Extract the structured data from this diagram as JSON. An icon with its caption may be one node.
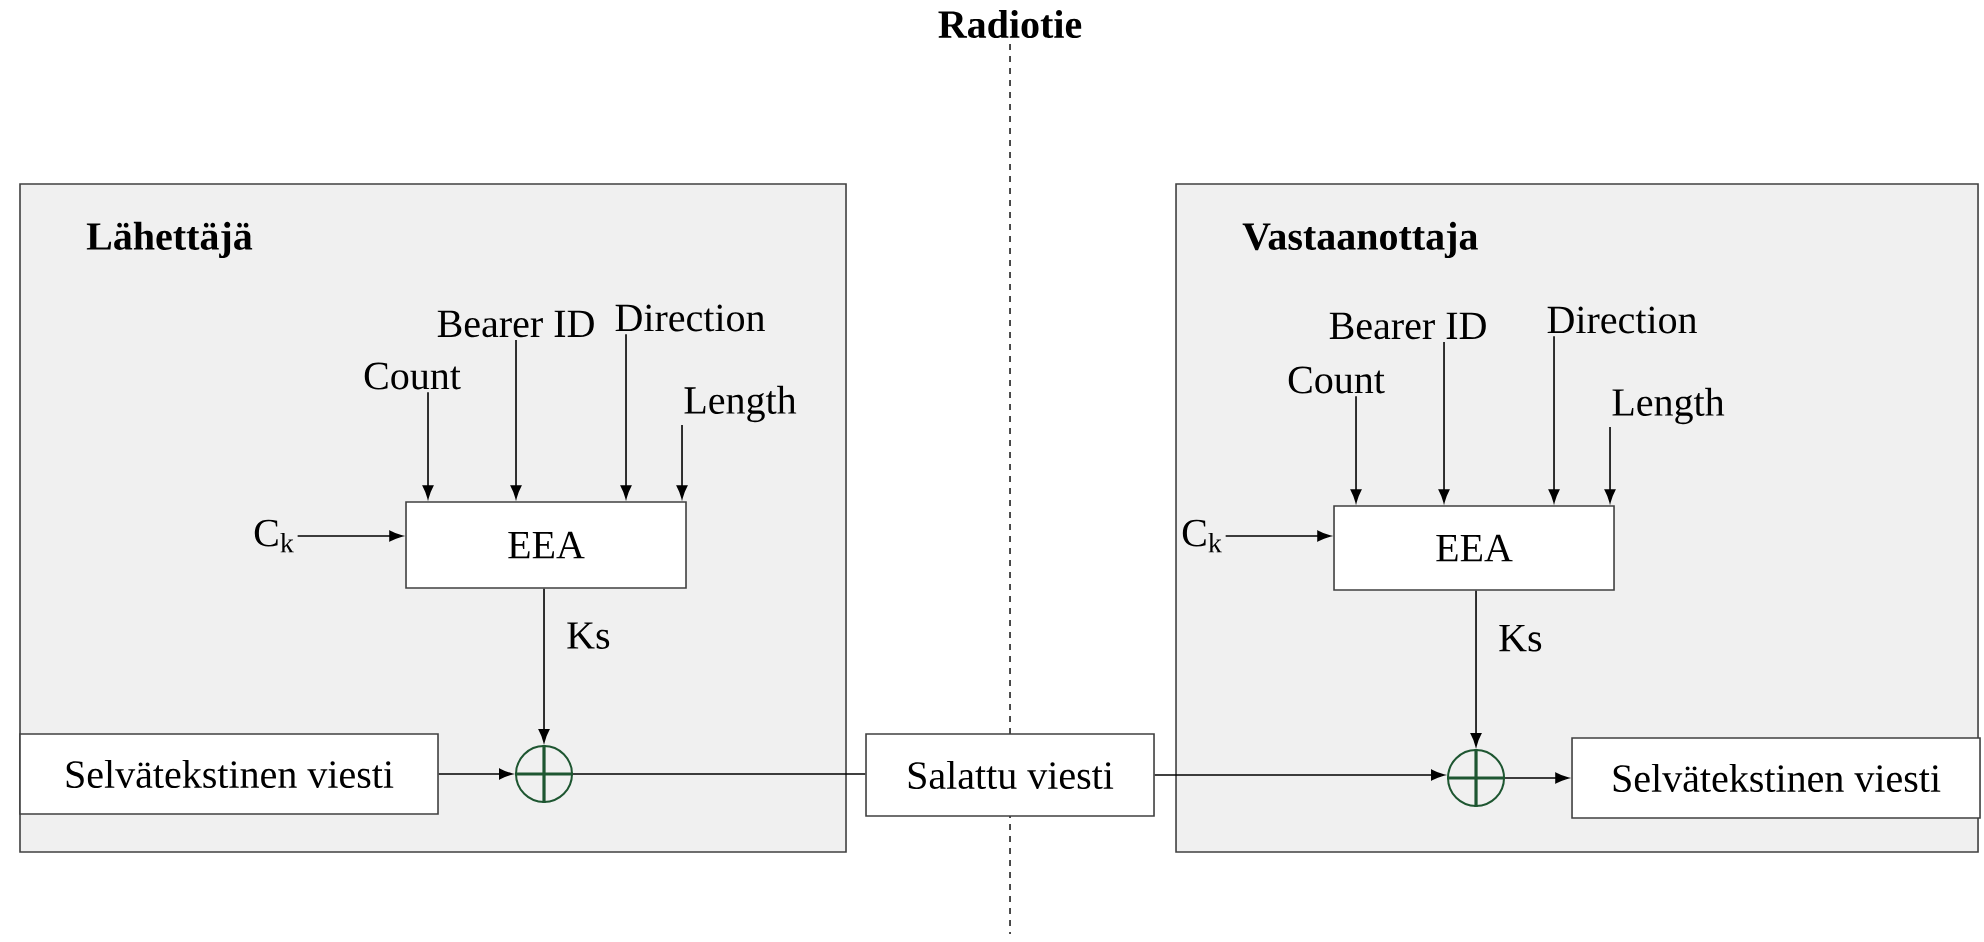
{
  "diagram": {
    "nodes": [
      {
        "text": [
          "Lähettäjä"
        ]
      },
      {
        "text": [
          "EEA"
        ],
        "in": 0
      },
      {
        "text": [
          "Count"
        ],
        "in": 0
      },
      {
        "text": [
          "Bearer ID"
        ],
        "in": 0
      },
      {
        "text": [
          "Direction"
        ],
        "in": 0
      },
      {
        "text": [
          "Length"
        ],
        "in": 0
      },
      {
        "text": [
          "C$_{k}$"
        ],
        "in": 0
      },
      {
        "text": [],
        "shape": "circle",
        "in": 0
      },
      {
        "text": [
          "Selvätekstinen viesti"
        ],
        "in": 0
      },
      {
        "text": [
          "Salattu viesti"
        ]
      },
      {
        "text": [
          "Vastaanottaja"
        ]
      },
      {
        "text": [
          "EEA"
        ],
        "in": 10
      },
      {
        "text": [
          "Count"
        ],
        "in": 10
      },
      {
        "text": [
          "Bearer ID"
        ],
        "in": 10
      },
      {
        "text": [
          "Direction"
        ],
        "in": 10
      },
      {
        "text": [
          "Length"
        ],
        "in": 10
      },
      {
        "text": [
          "C$_{k}$"
        ],
        "in": 10
      },
      {
        "text": [],
        "shape": "circle",
        "in": 10
      },
      {
        "text": [
          "Selvätekstinen viesti"
        ],
        "in": 10
      }
    ],
    "edges": [
      {
        "from": 2,
        "to": 1,
        "arrow": "to"
      },
      {
        "from": 3,
        "to": 1,
        "arrow": "to"
      },
      {
        "from": 4,
        "to": 1,
        "arrow": "to"
      },
      {
        "from": 5,
        "to": 1,
        "arrow": "to"
      },
      {
        "from": 6,
        "to": 1,
        "arrow": "to"
      },
      {
        "from": 1,
        "to": 7,
        "arrow": "to",
        "label": "Ks"
      },
      {
        "from": 8,
        "to": 7,
        "arrow": "to"
      },
      {
        "from": 7,
        "to": 9,
        "arrow": "none"
      },
      {
        "from": 12,
        "to": 11,
        "arrow": "to"
      },
      {
        "from": 13,
        "to": 11,
        "arrow": "to"
      },
      {
        "from": 14,
        "to": 11,
        "arrow": "to"
      },
      {
        "from": 15,
        "to": 11,
        "arrow": "to"
      },
      {
        "from": 16,
        "to": 11,
        "arrow": "to"
      },
      {
        "from": 9,
        "to": 17,
        "arrow": "to"
      },
      {
        "from": 11,
        "to": 17,
        "arrow": "to",
        "label": "Ks"
      },
      {
        "from": 17,
        "to": 18,
        "arrow": "to"
      }
    ],
    "labels": [
      "Radiotie"
    ]
  }
}
